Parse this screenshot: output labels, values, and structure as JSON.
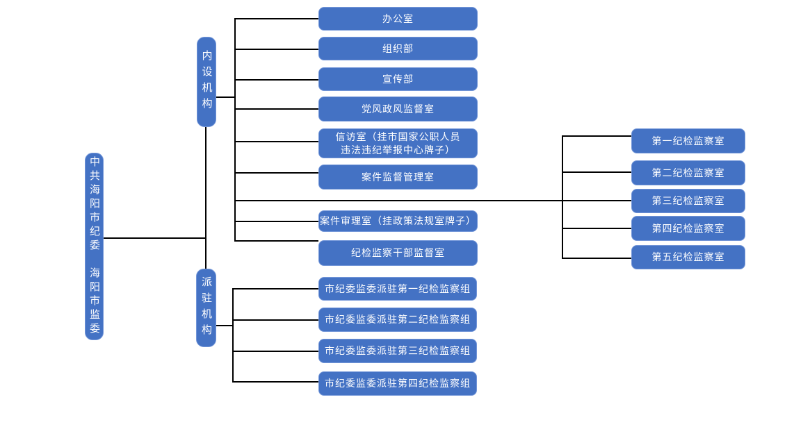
{
  "chart": {
    "type": "org-diagram",
    "root": {
      "label": "中共海阳市纪委　海阳市监委"
    },
    "groups": {
      "internal": {
        "label": "内设机构"
      },
      "dispatched": {
        "label": "派驻机构"
      }
    },
    "internal_orgs": [
      "办公室",
      "组织部",
      "宣传部",
      "党风政风监督室",
      "信访室（挂市国家公职人员\n违法违纪举报中心牌子）",
      "案件监督管理室",
      "案件审理室（挂政策法规室牌子）",
      "纪检监察干部监督室"
    ],
    "discipline_offices": [
      "第一纪检监察室",
      "第二纪检监察室",
      "第三纪检监察室",
      "第四纪检监察室",
      "第五纪检监察室"
    ],
    "dispatched_groups": [
      "市纪委监委派驻第一纪检监察组",
      "市纪委监委派驻第二纪检监察组",
      "市纪委监委派驻第三纪检监察组",
      "市纪委监委派驻第四纪检监察组"
    ],
    "colors": {
      "node_fill": "#4472C4",
      "node_border": "#7396D8",
      "node_text": "#FFFFFF",
      "connector": "#000000",
      "background": "#FFFFFF"
    }
  }
}
